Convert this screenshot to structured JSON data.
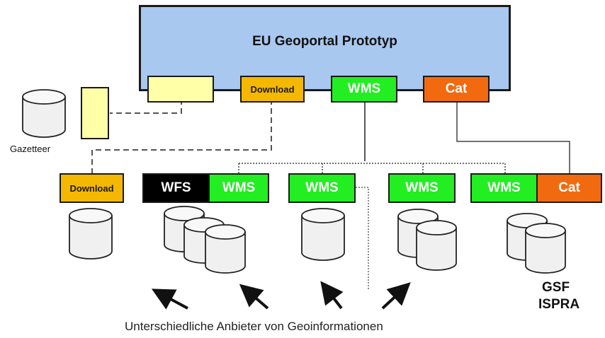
{
  "title": "EU Geoportal Prototyp",
  "geoportal_services": {
    "download": "Download",
    "wms": "WMS",
    "cat": "Cat"
  },
  "gazetteer_label": "Gazetteer",
  "providers": {
    "download": "Download",
    "wfs": "WFS",
    "wms_1": "WMS",
    "wms_2": "WMS",
    "wms_3": "WMS",
    "wms_4": "WMS",
    "cat": "Cat"
  },
  "gsf_label": "GSF",
  "ispra_label": "ISPRA",
  "caption": "Unterschiedliche Anbieter von Geoinformationen",
  "colors": {
    "portal_fill": "#a9c8f0",
    "wms": "#22ee22",
    "cat": "#f26a10",
    "download": "#f5b800",
    "yellow_box": "#ffffa8",
    "wfs": "#000000"
  }
}
